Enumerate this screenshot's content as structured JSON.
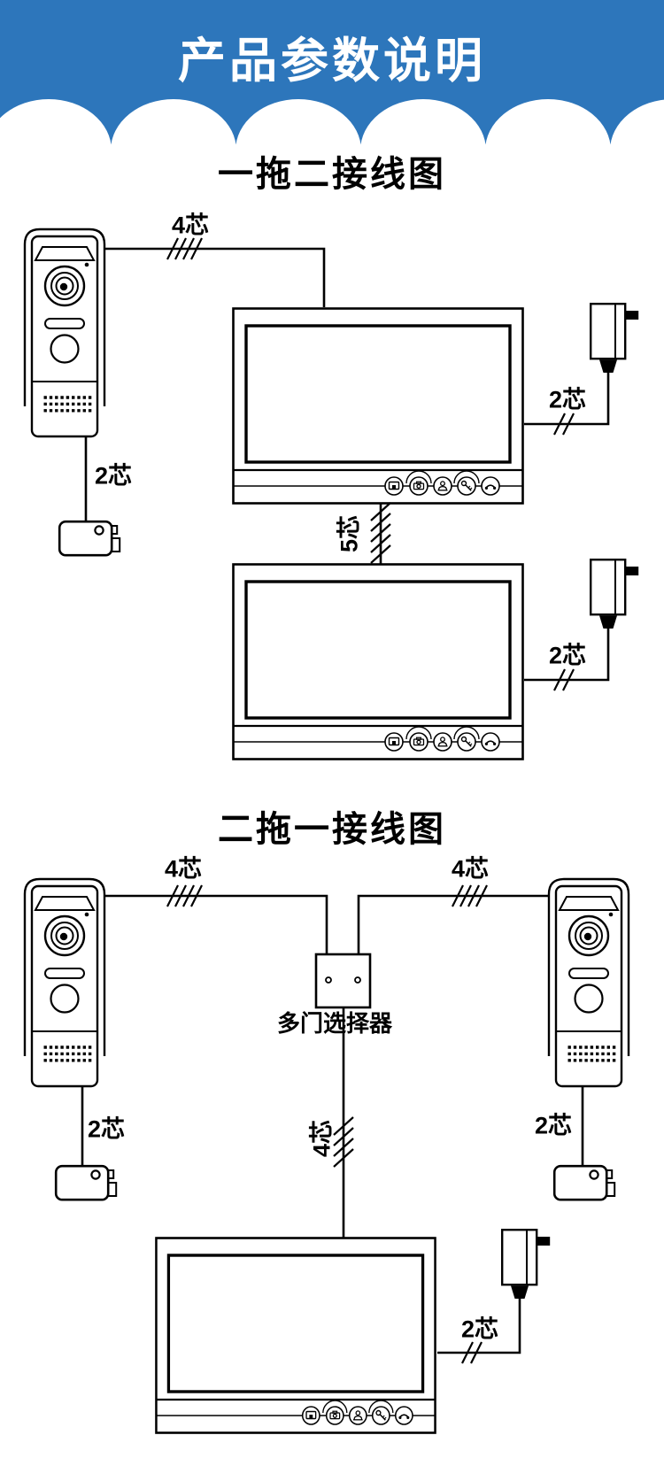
{
  "header": {
    "title": "产品参数说明",
    "bg_color": "#2d76bb",
    "text_color": "#ffffff"
  },
  "diagram1": {
    "title": "一拖二接线图",
    "labels": {
      "door_to_monitor": "4芯",
      "door_to_lock": "2芯",
      "monitor1_power": "2芯",
      "monitor_link": "5芯",
      "monitor2_power": "2芯"
    }
  },
  "diagram2": {
    "title": "二拖一接线图",
    "selector_label": "多门选择器",
    "labels": {
      "left_door_to_selector": "4芯",
      "right_door_to_selector": "4芯",
      "selector_to_monitor": "4芯",
      "left_door_to_lock": "2芯",
      "right_door_to_lock": "2芯",
      "monitor_power": "2芯"
    }
  },
  "monitor_buttons": [
    "monitor-icon",
    "camera-icon",
    "intercom-person-icon",
    "unlock-key-icon",
    "hangup-phone-icon"
  ],
  "line_color": "#000000"
}
